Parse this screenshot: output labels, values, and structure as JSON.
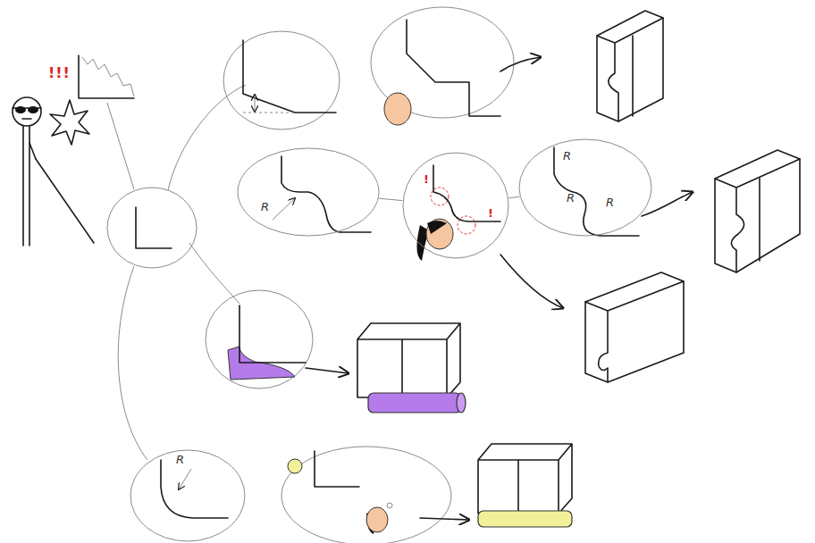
{
  "diagram": {
    "nodes": [
      {
        "text": [
          "R"
        ]
      },
      {
        "text": [
          "!",
          "!"
        ]
      },
      {
        "text": [
          "R",
          "R",
          "R"
        ]
      },
      {
        "text": [
          "R"
        ]
      }
    ],
    "edges": [
      {
        "from": 0,
        "to": 1,
        "arrow": "none"
      },
      {
        "from": 1,
        "to": 2,
        "arrow": "none"
      }
    ],
    "labels": [
      "!!!"
    ]
  }
}
